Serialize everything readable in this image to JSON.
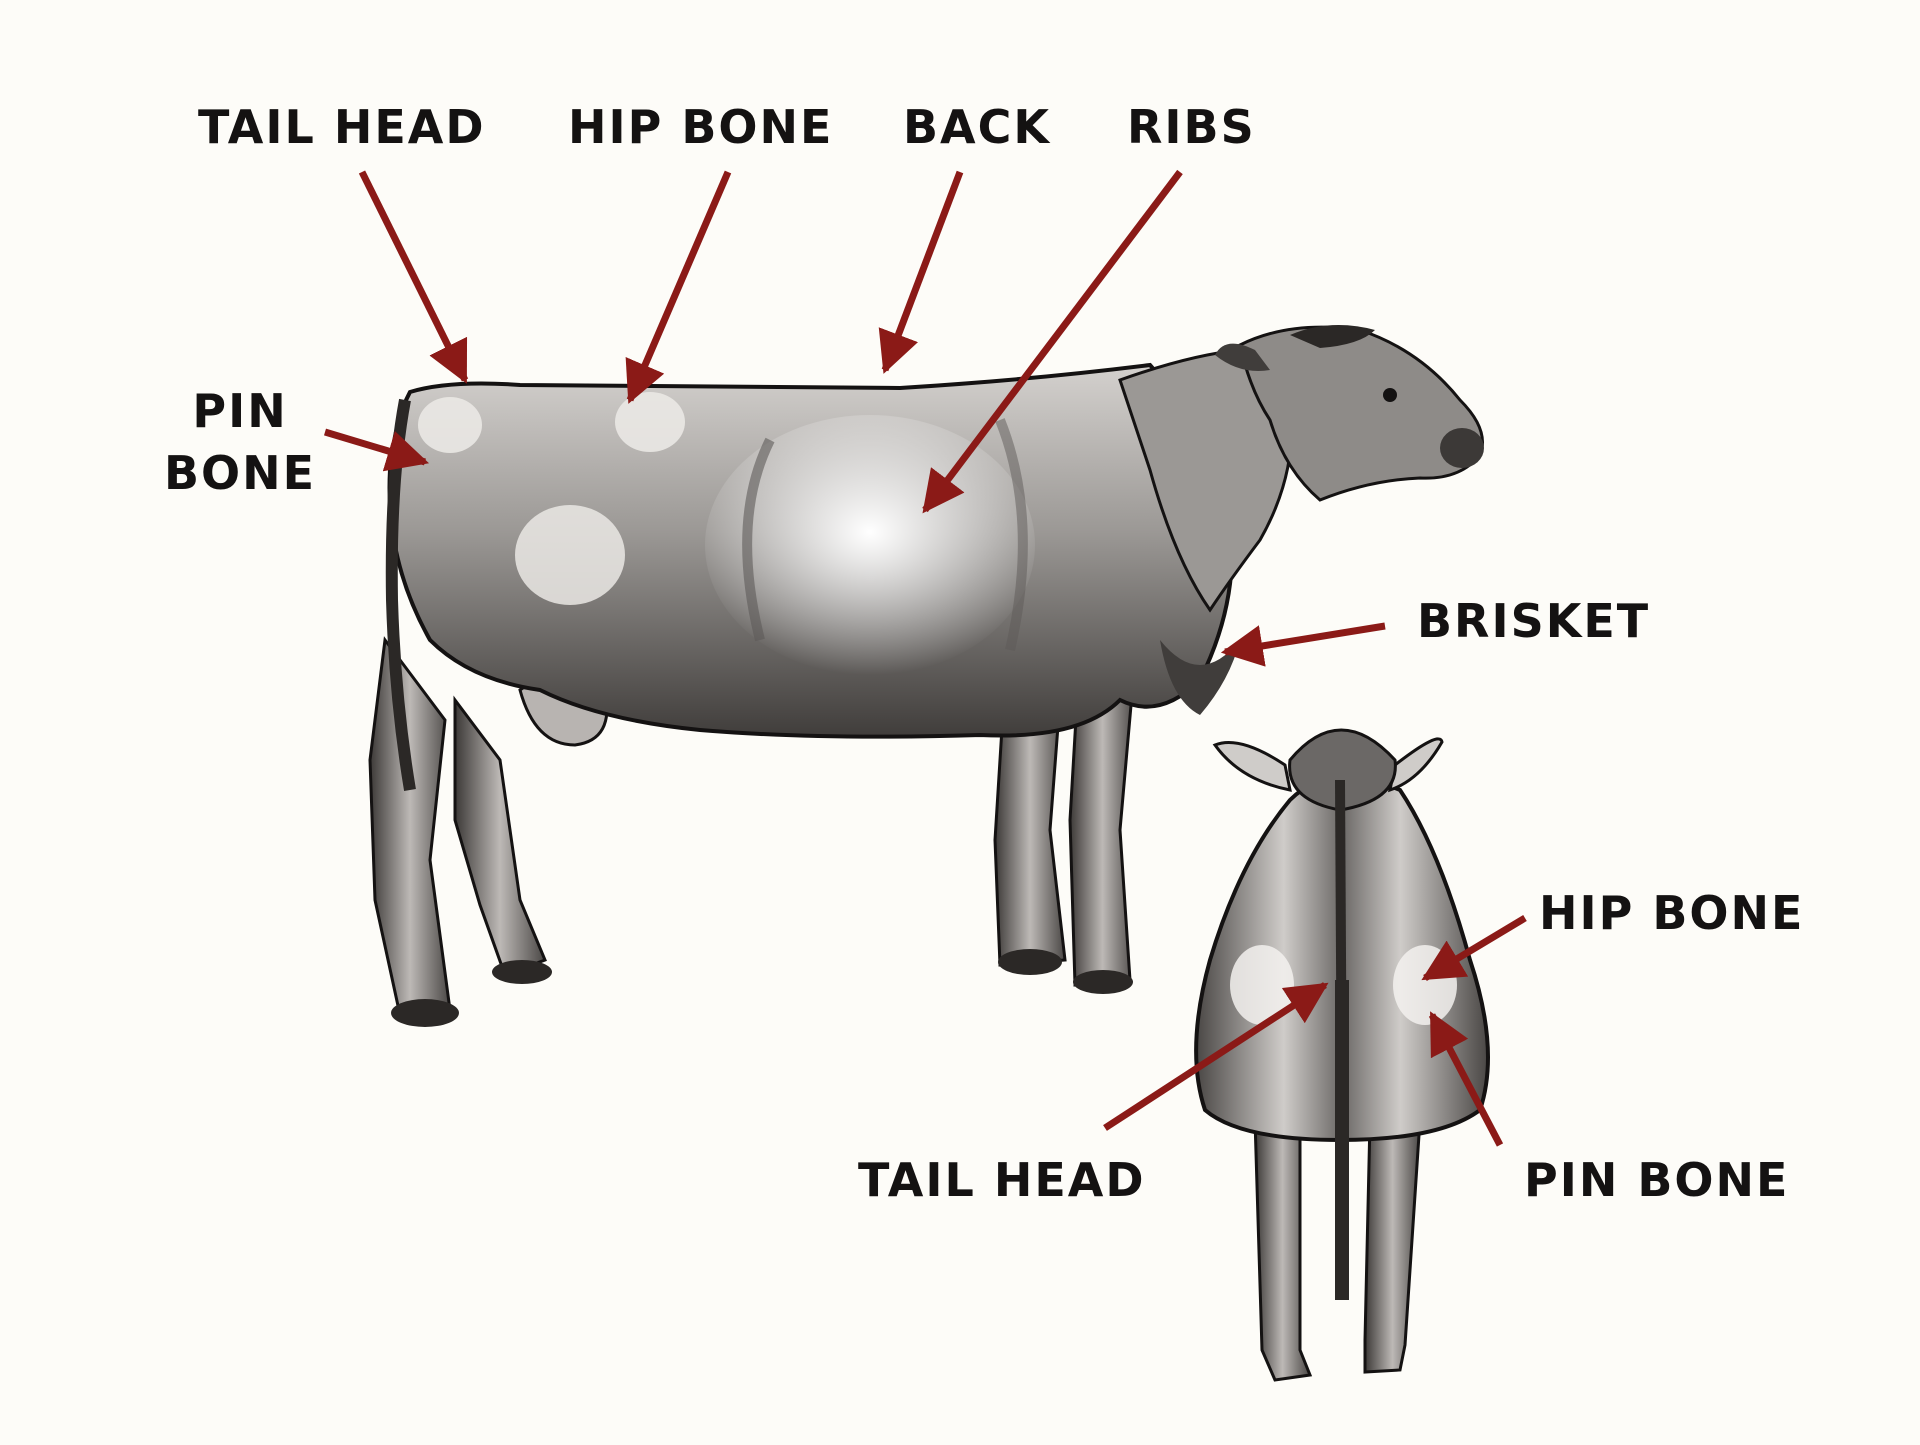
{
  "colors": {
    "background": "#fdfcf8",
    "arrow": "#8b1a17",
    "ink": "#141212",
    "shade": "#5d5a58",
    "highlight": "#eae8e4"
  },
  "side_view": {
    "labels": {
      "tail_head": "TAIL HEAD",
      "hip_bone": "HIP BONE",
      "back": "BACK",
      "ribs": "RIBS",
      "pin_bone_line1": "PIN",
      "pin_bone_line2": "BONE",
      "brisket": "BRISKET"
    }
  },
  "rear_view": {
    "labels": {
      "hip_bone": "HIP BONE",
      "tail_head": "TAIL HEAD",
      "pin_bone": "PIN BONE"
    }
  }
}
